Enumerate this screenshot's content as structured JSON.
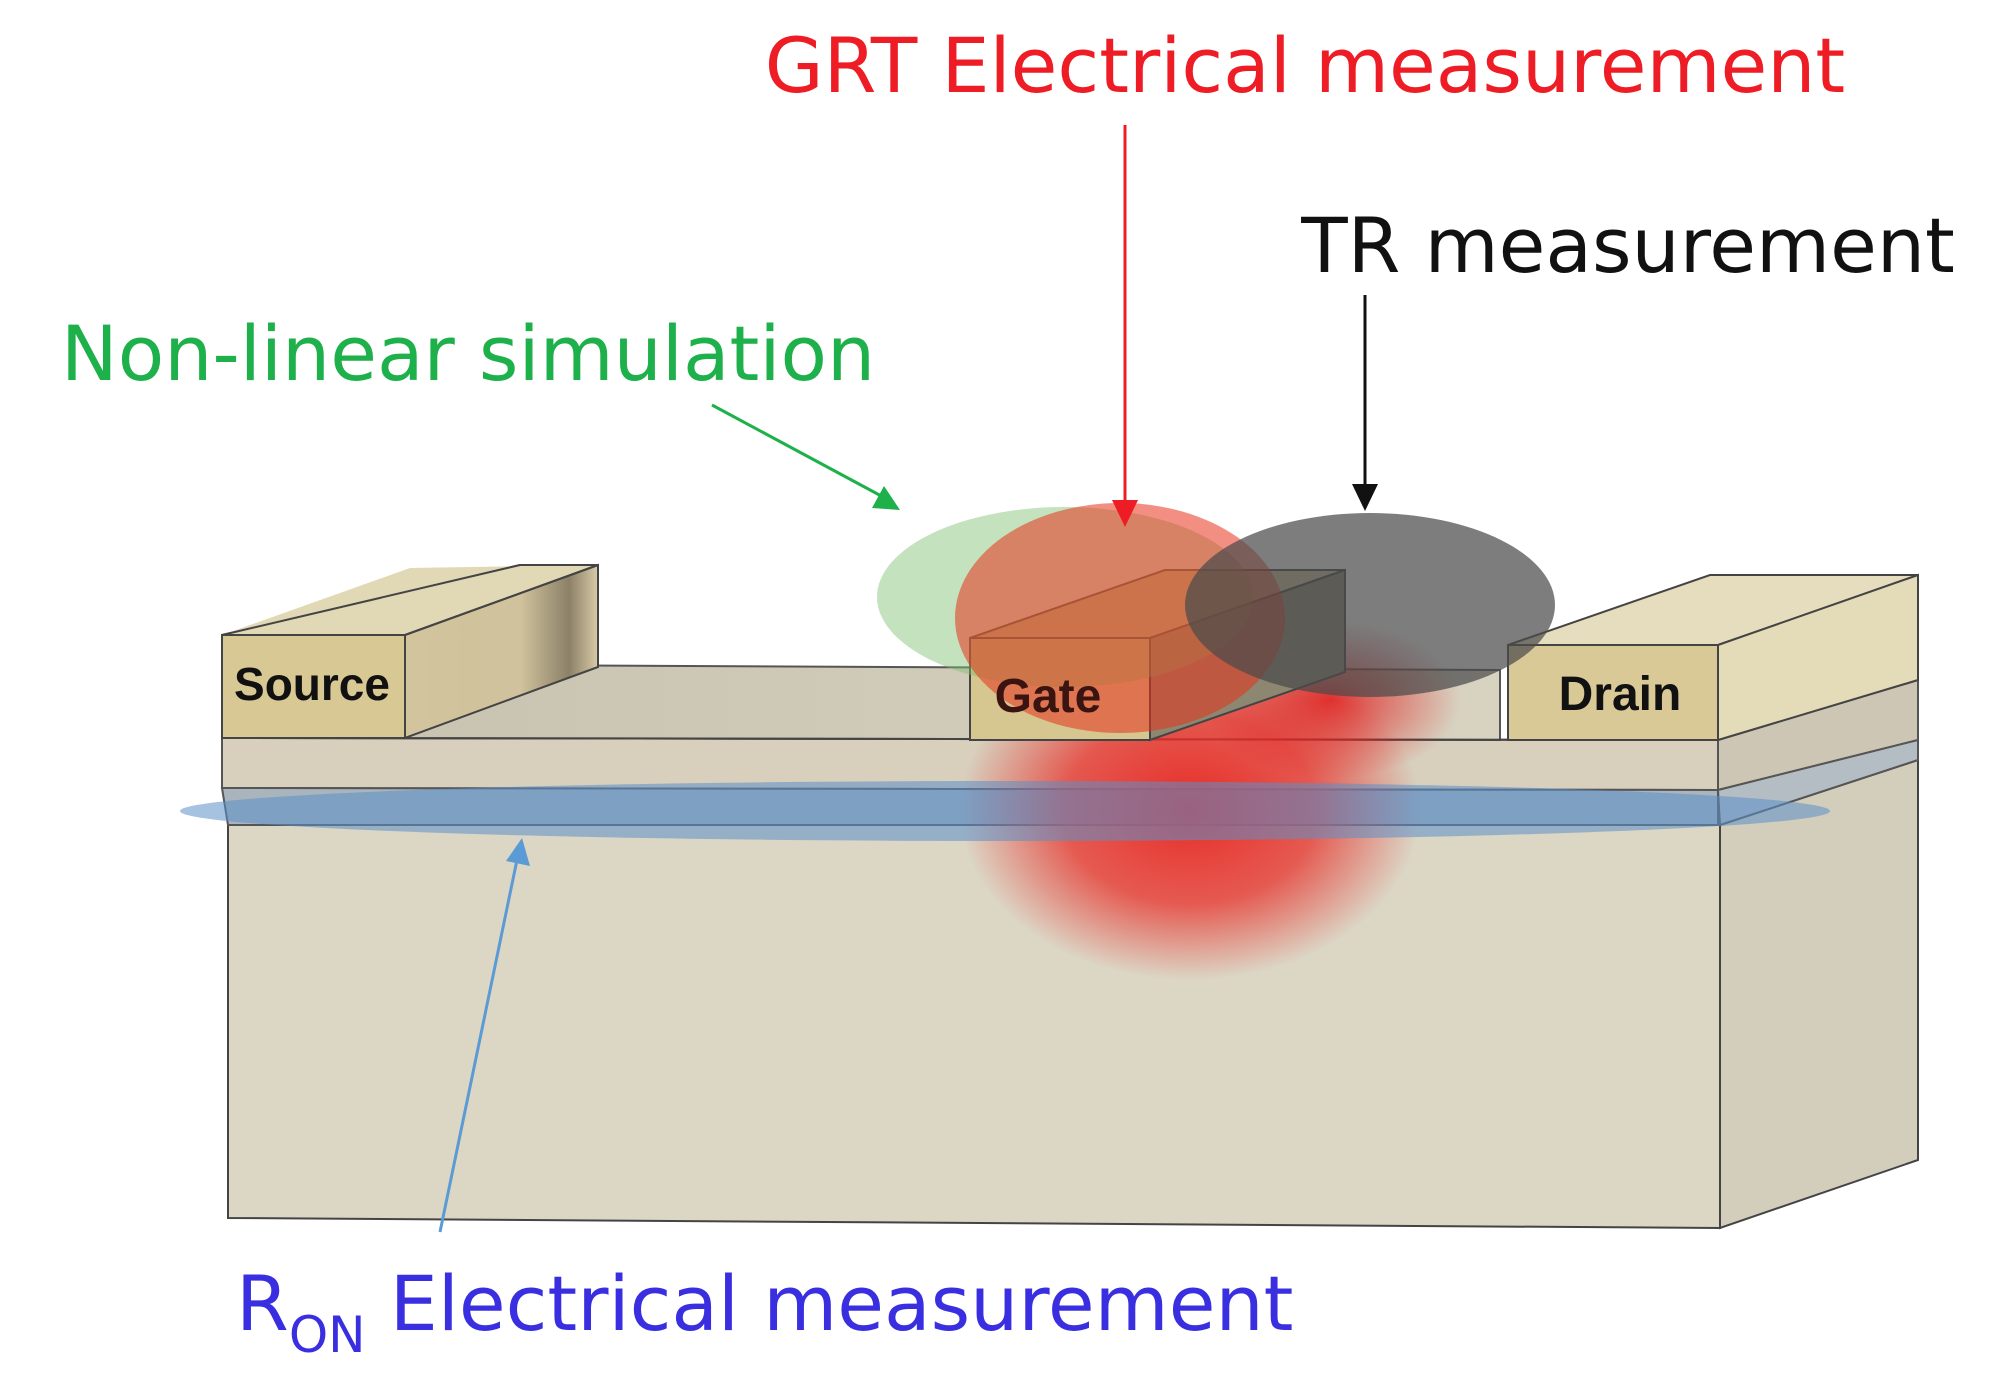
{
  "labels": {
    "grt": "GRT Electrical measurement",
    "tr": "TR measurement",
    "nonlinear": "Non-linear simulation",
    "ron_main": "R",
    "ron_sub": "ON",
    "ron_rest": " Electrical measurement"
  },
  "device": {
    "source": "Source",
    "gate": "Gate",
    "drain": "Drain"
  },
  "colors": {
    "grt": "#ee1c24",
    "tr": "#111111",
    "nonlinear": "#1db04b",
    "ron": "#3a2fe0",
    "ron_arrow": "#5b9bd5",
    "substrate_front": "#dcd6c4",
    "substrate_side": "#cfc9b6",
    "contact_front": "#d8c898",
    "contact_top": "#e2d8b4"
  }
}
